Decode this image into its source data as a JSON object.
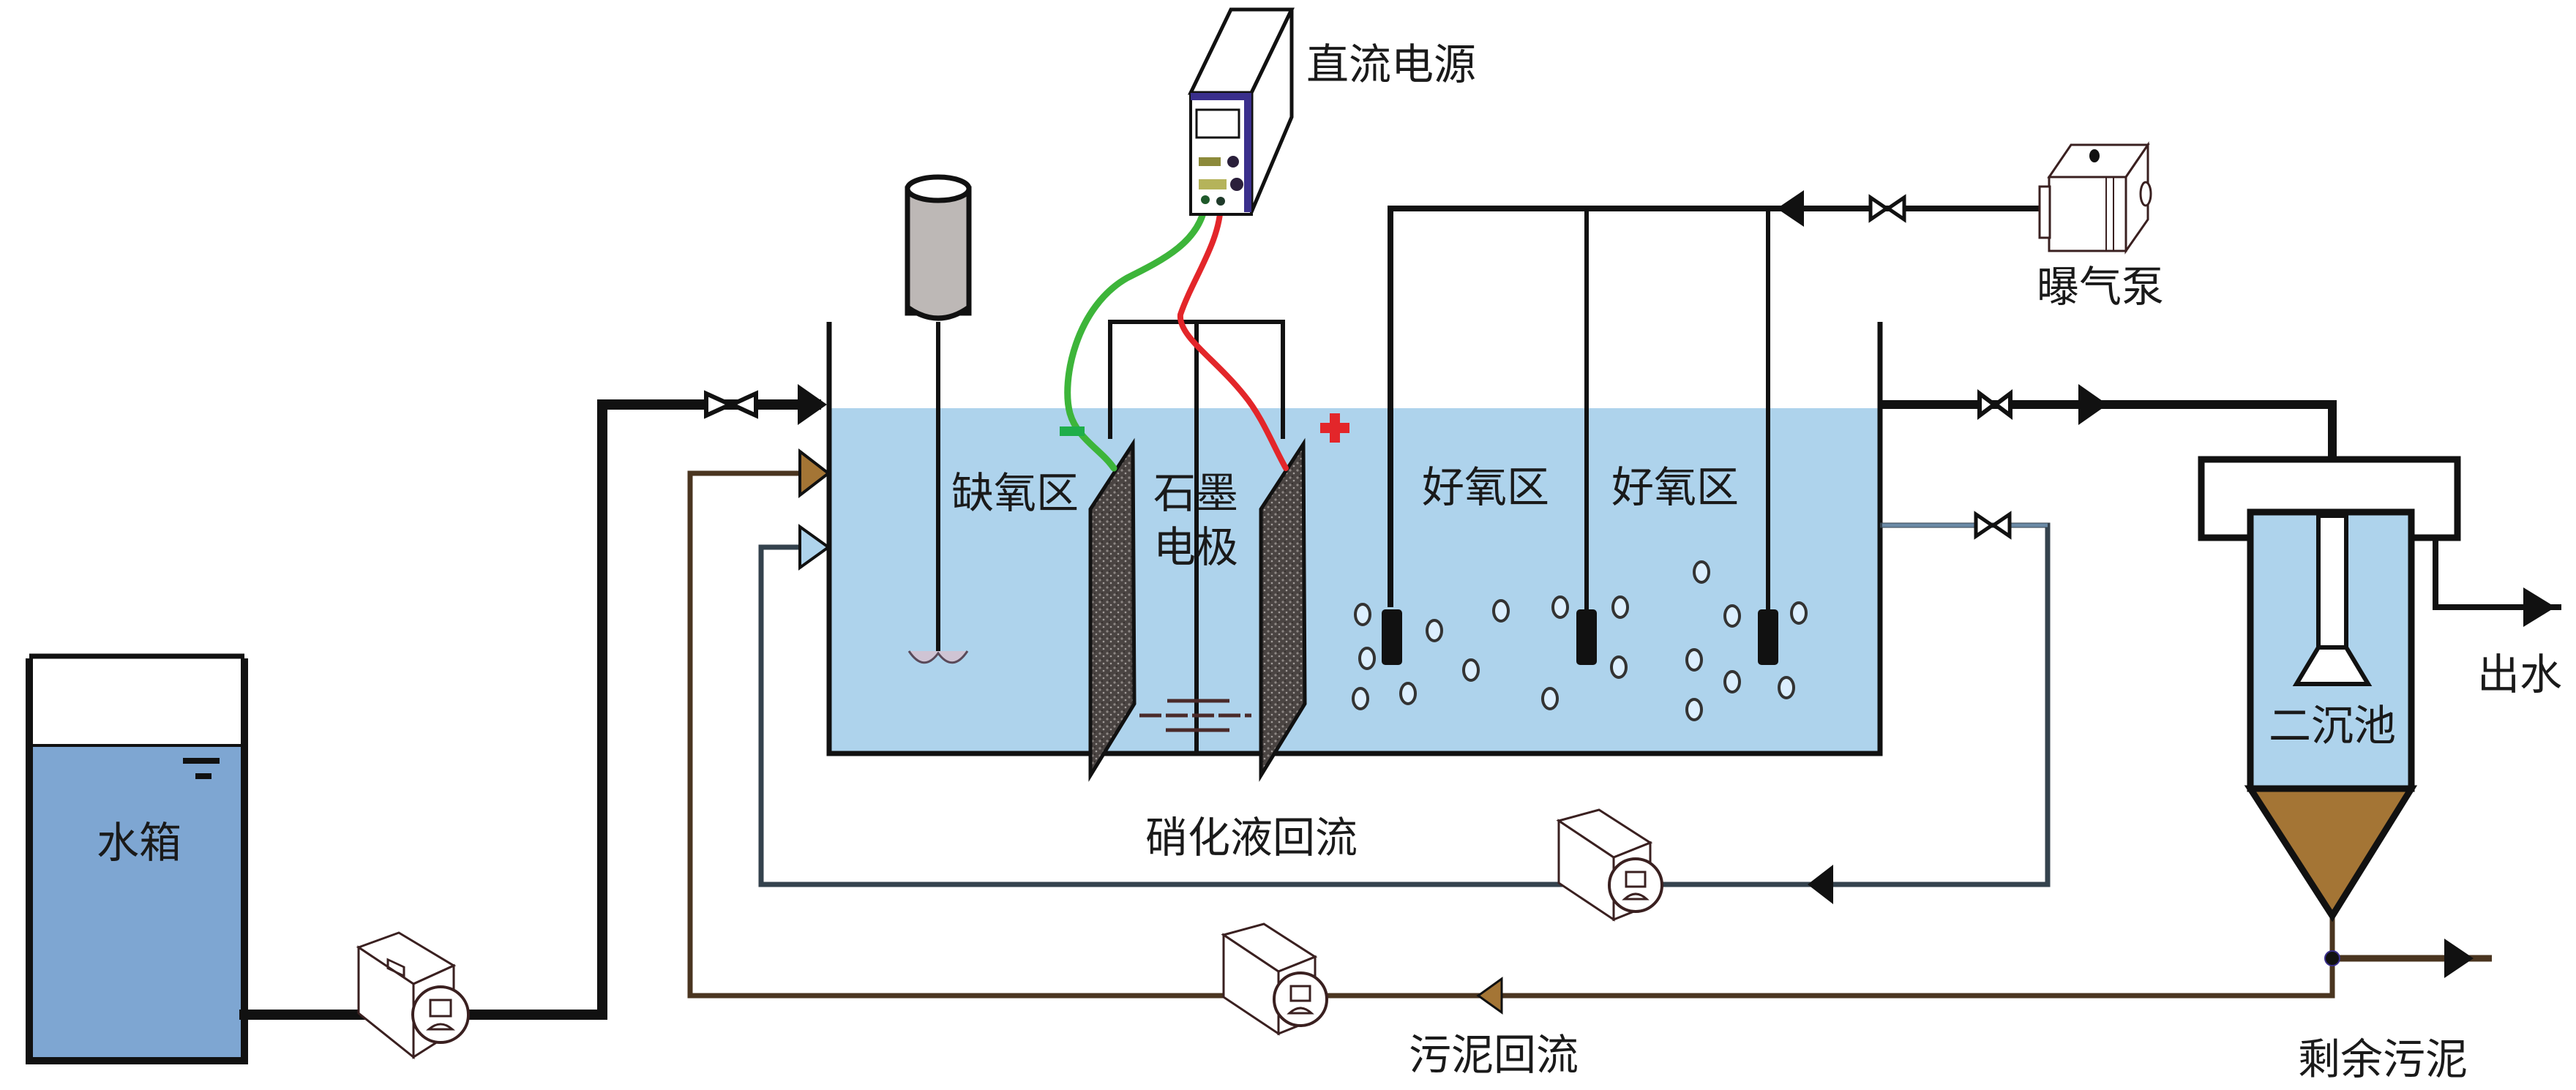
{
  "figure": {
    "type": "process-flow-diagram",
    "subject": "A/O bio-electrochemical wastewater treatment setup"
  },
  "labels": {
    "water_tank": "水箱",
    "dc_power": "直流电源",
    "anoxic_zone": "缺氧区",
    "graphite_line1": "石墨",
    "graphite_line2": "电极",
    "aerobic_zone_1": "好氧区",
    "aerobic_zone_2": "好氧区",
    "aeration_pump": "曝气泵",
    "secondary_clarifier": "二沉池",
    "effluent": "出水",
    "nitrification_return": "硝化液回流",
    "sludge_return": "污泥回流",
    "excess_sludge": "剩余污泥",
    "negative_terminal": "−",
    "positive_terminal": "+"
  },
  "colors": {
    "water": "#aed3ec",
    "tank_water": "#7ea6d2",
    "sludge": "#a47535",
    "sludge_pipe": "#4a3520",
    "nitrate_pipe": "#34424d",
    "wire_negative": "#3db53a",
    "wire_positive": "#e3262a",
    "power_frame": "#3a2f8c",
    "motor_body": "#bdb8b6",
    "electrode": "#4a4442",
    "line": "#111111"
  },
  "components": [
    {
      "id": "water-tank",
      "label_key": "water_tank"
    },
    {
      "id": "feed-pump",
      "kind": "peristaltic-pump"
    },
    {
      "id": "reactor",
      "zones": [
        "anoxic_zone",
        "aerobic_zone_1",
        "aerobic_zone_2"
      ]
    },
    {
      "id": "stirrer",
      "zone": "anoxic_zone"
    },
    {
      "id": "graphite-electrodes",
      "count": 2,
      "polarity": [
        "negative",
        "positive"
      ]
    },
    {
      "id": "dc-power-supply",
      "label_key": "dc_power"
    },
    {
      "id": "aeration-pump",
      "label_key": "aeration_pump"
    },
    {
      "id": "air-diffusers",
      "count": 3
    },
    {
      "id": "secondary-clarifier",
      "label_key": "secondary_clarifier"
    },
    {
      "id": "nitrification-return-pump",
      "kind": "peristaltic-pump"
    },
    {
      "id": "sludge-return-pump",
      "kind": "peristaltic-pump"
    }
  ]
}
